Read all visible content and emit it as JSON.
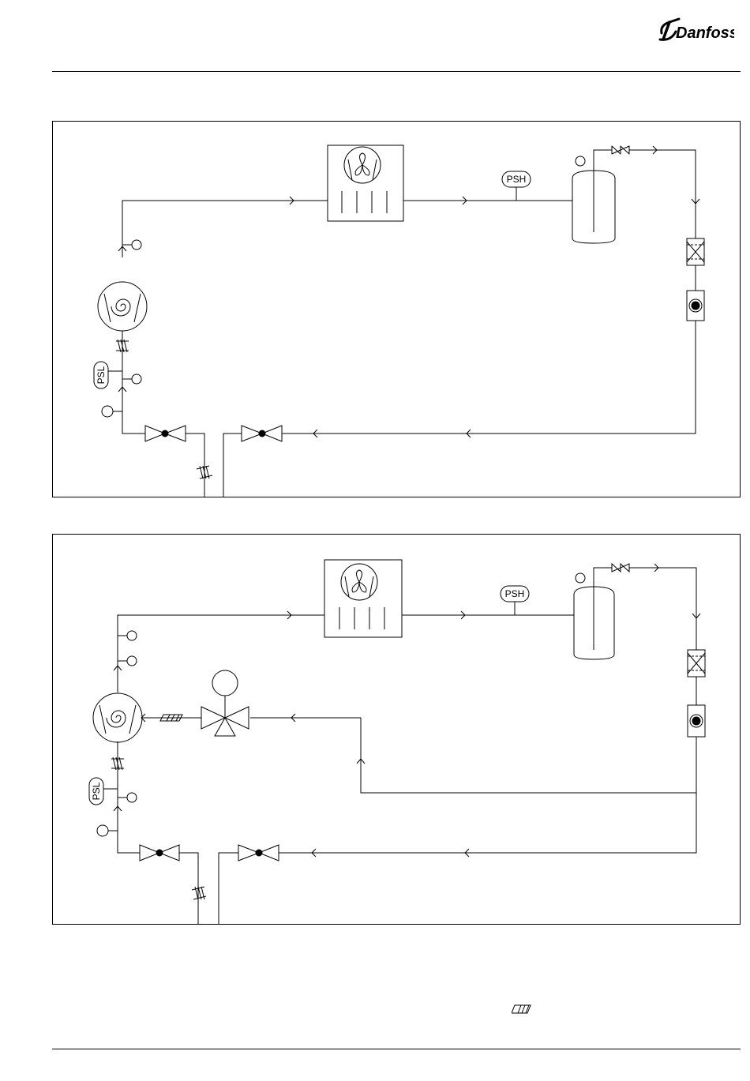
{
  "header": {
    "brand": "Danfoss",
    "brand_color": "#000000"
  },
  "diagram_1": {
    "pressure_switch_high_label": "PSH",
    "pressure_switch_low_label": "PSL"
  },
  "diagram_2": {
    "pressure_switch_high_label": "PSH",
    "pressure_switch_low_label": "PSL"
  },
  "legend": {
    "symbol": "vibration-eliminator-hatch"
  }
}
